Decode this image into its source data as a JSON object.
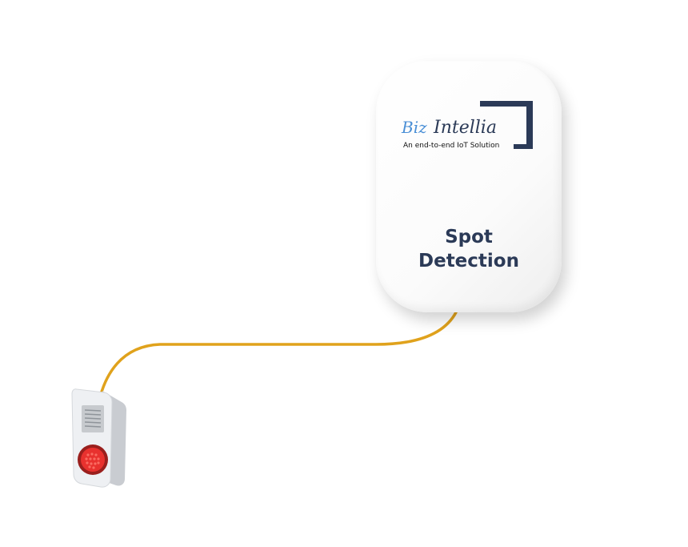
{
  "logo": {
    "brand_part1": "Biz",
    "brand_part2": "Intellia",
    "tagline": "An end-to-end IoT Solution",
    "colors": {
      "blue": "#4a8fd6",
      "navy": "#2b3a57"
    }
  },
  "device": {
    "title_line1": "Spot",
    "title_line2": "Detection"
  },
  "cable": {
    "color": "#e0a21c"
  },
  "siren": {
    "icon": "alarm-siren-icon",
    "light_color": "#e8312e"
  }
}
